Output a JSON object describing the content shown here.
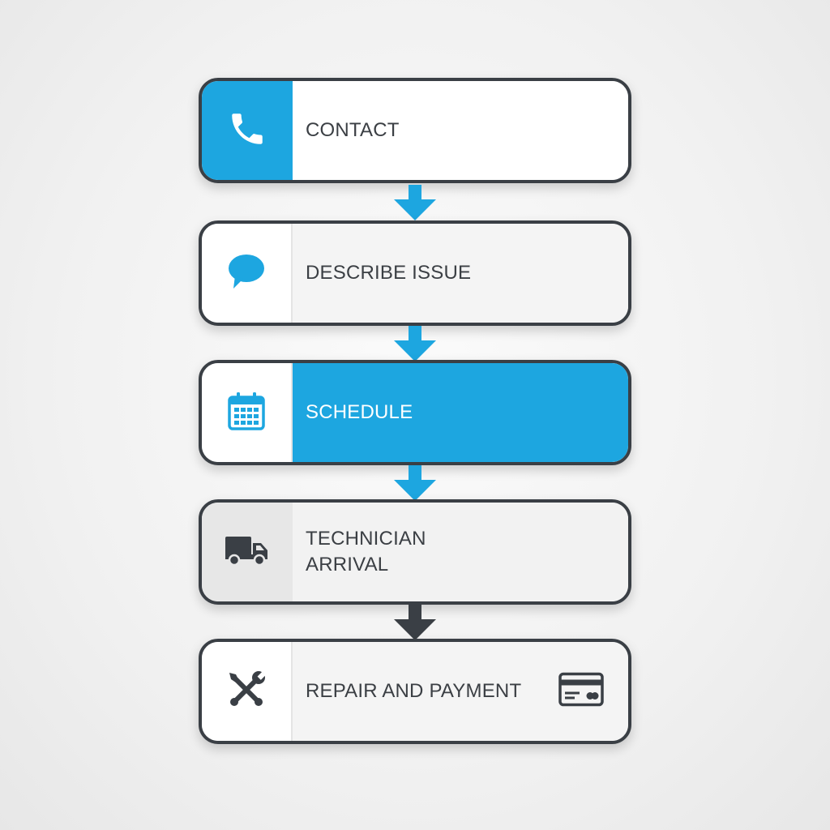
{
  "colors": {
    "accent": "#1da6e0",
    "dark": "#3a3f45",
    "text": "#3b3f44"
  },
  "steps": [
    {
      "label": "CONTACT",
      "icon": "phone-icon",
      "style": "primary-icon"
    },
    {
      "label": "DESCRIBE ISSUE",
      "icon": "speech-bubble-icon",
      "style": "plain"
    },
    {
      "label": "SCHEDULE",
      "icon": "calendar-icon",
      "style": "primary-label"
    },
    {
      "label": "TECHNICIAN\nARRIVAL",
      "icon": "truck-icon",
      "style": "gray-icon"
    },
    {
      "label": "REPAIR AND PAYMENT",
      "icon": "tools-icon",
      "secondary_icon": "credit-card-icon",
      "style": "plain"
    }
  ],
  "arrows": [
    {
      "color": "#1da6e0"
    },
    {
      "color": "#1da6e0"
    },
    {
      "color": "#1da6e0"
    },
    {
      "color": "#3a3f45"
    }
  ]
}
